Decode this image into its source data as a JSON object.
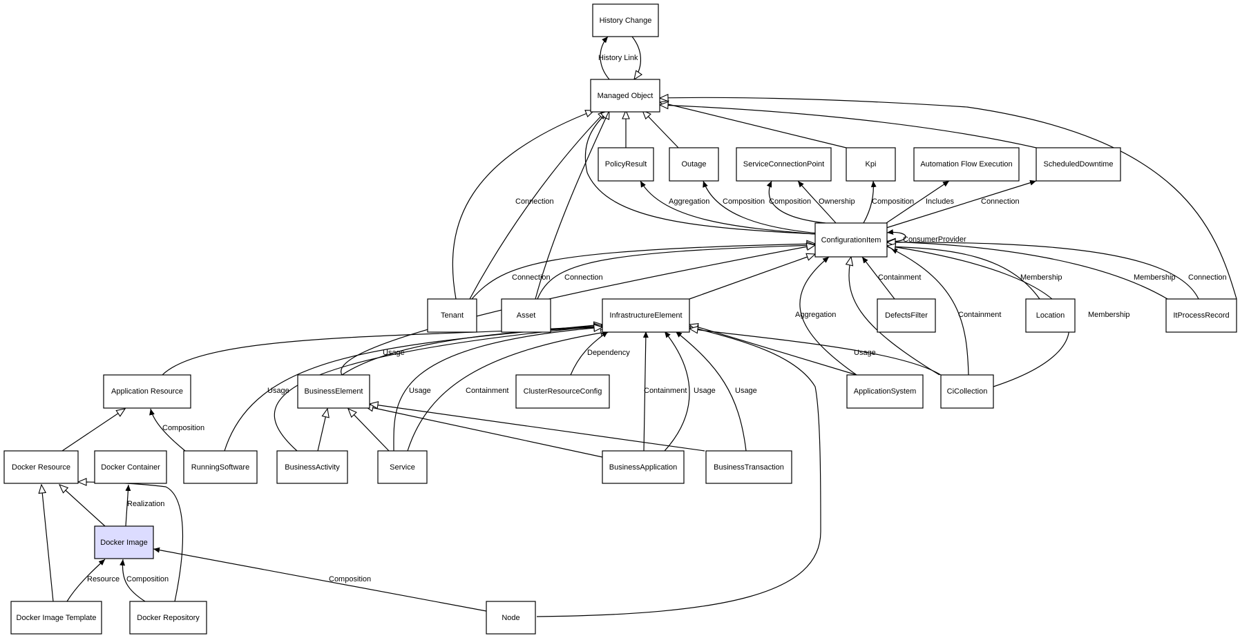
{
  "colors": {
    "highlight": "#dcdcff",
    "node_fill": "#ffffff",
    "stroke": "#000000"
  },
  "nodes": {
    "historyChange": "History Change",
    "managedObject": "Managed Object",
    "policyResult": "PolicyResult",
    "outage": "Outage",
    "serviceConnectionPoint": "ServiceConnectionPoint",
    "kpi": "Kpi",
    "automationFlowExecution": "Automation Flow Execution",
    "scheduledDowntime": "ScheduledDowntime",
    "configurationItem": "ConfigurationItem",
    "tenant": "Tenant",
    "asset": "Asset",
    "infrastructureElement": "InfrastructureElement",
    "defectsFilter": "DefectsFilter",
    "location": "Location",
    "itProcessRecord": "ItProcessRecord",
    "applicationResource": "Application Resource",
    "businessElement": "BusinessElement",
    "clusterResourceConfig": "ClusterResourceConfig",
    "applicationSystem": "ApplicationSystem",
    "ciCollection": "CiCollection",
    "dockerResource": "Docker Resource",
    "dockerContainer": "Docker Container",
    "runningSoftware": "RunningSoftware",
    "businessActivity": "BusinessActivity",
    "service": "Service",
    "businessApplication": "BusinessApplication",
    "businessTransaction": "BusinessTransaction",
    "dockerImage": "Docker Image",
    "dockerImageTemplate": "Docker Image Template",
    "dockerRepository": "Docker Repository",
    "node": "Node"
  },
  "edge_labels": [
    "History Link",
    "Connection",
    "Aggregation",
    "Composition",
    "Composition",
    "Ownership",
    "Composition",
    "Includes",
    "Connection",
    "ConsumerProvider",
    "Connection",
    "Connection",
    "Containment",
    "Membership",
    "Membership",
    "Connection",
    "Aggregation",
    "Containment",
    "Membership",
    "Usage",
    "Dependency",
    "Usage",
    "Usage",
    "Containment",
    "Containment",
    "Usage",
    "Usage",
    "Composition",
    "Realization",
    "Resource",
    "Composition",
    "Composition"
  ]
}
